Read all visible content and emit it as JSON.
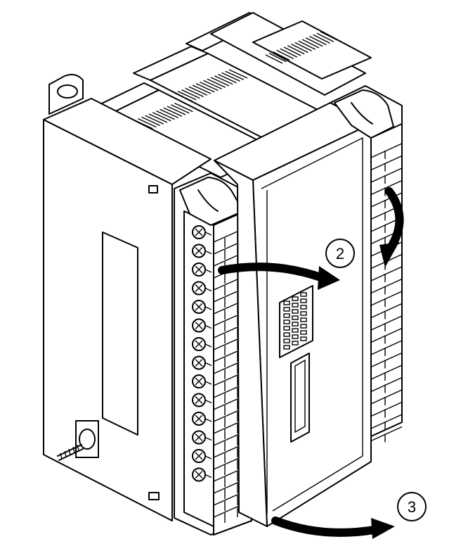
{
  "figure": {
    "step_labels": [
      {
        "id": "step-2",
        "text": "2"
      },
      {
        "id": "step-3",
        "text": "3"
      }
    ],
    "terminal_screw_count": 14,
    "colors": {
      "line": "#000000",
      "background": "#ffffff"
    }
  }
}
